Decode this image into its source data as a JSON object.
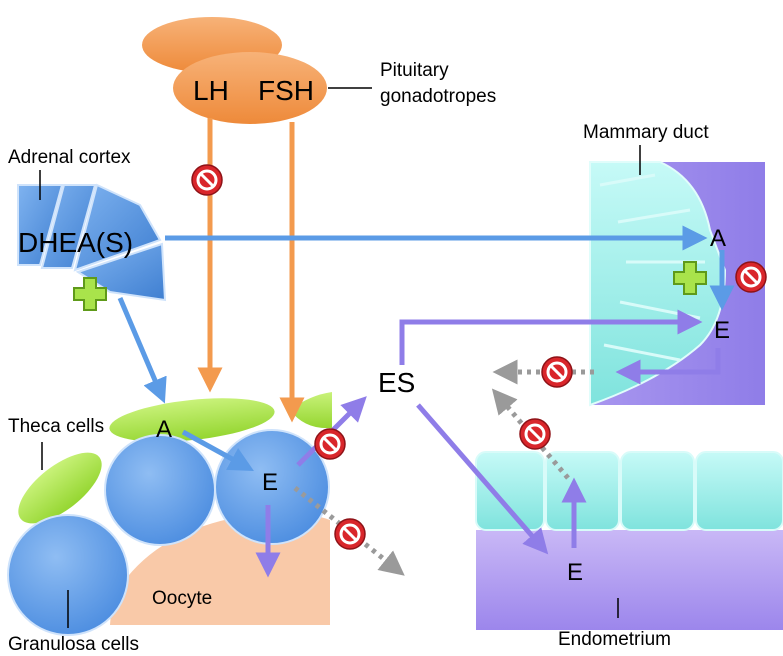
{
  "labels": {
    "lh": "LH",
    "fsh": "FSH",
    "pituitary_line1": "Pituitary",
    "pituitary_line2": "gonadotropes",
    "adrenal_cortex": "Adrenal cortex",
    "dhea": "DHEA(S)",
    "mammary_duct": "Mammary duct",
    "a_mammary": "A",
    "e_mammary": "E",
    "es": "ES",
    "theca_cells": "Theca cells",
    "a_ovary": "A",
    "e_ovary": "E",
    "oocyte": "Oocyte",
    "granulosa_cells": "Granulosa cells",
    "e_endometrium": "E",
    "endometrium": "Endometrium"
  },
  "colors": {
    "orange": "#f39a4e",
    "orange_dark": "#e8812f",
    "blue": "#5b9be6",
    "blue_dark": "#3f7fd1",
    "purple": "#8f7de8",
    "purple_light": "#b7a8f2",
    "cyan": "#9ff0ec",
    "green": "#a9e34b",
    "peach": "#f9c9a8",
    "gray": "#9a9a9a",
    "inhibit_red": "#d9262b"
  },
  "icons": {
    "inhibit": "no-entry-icon",
    "stimulate": "plus-icon"
  }
}
